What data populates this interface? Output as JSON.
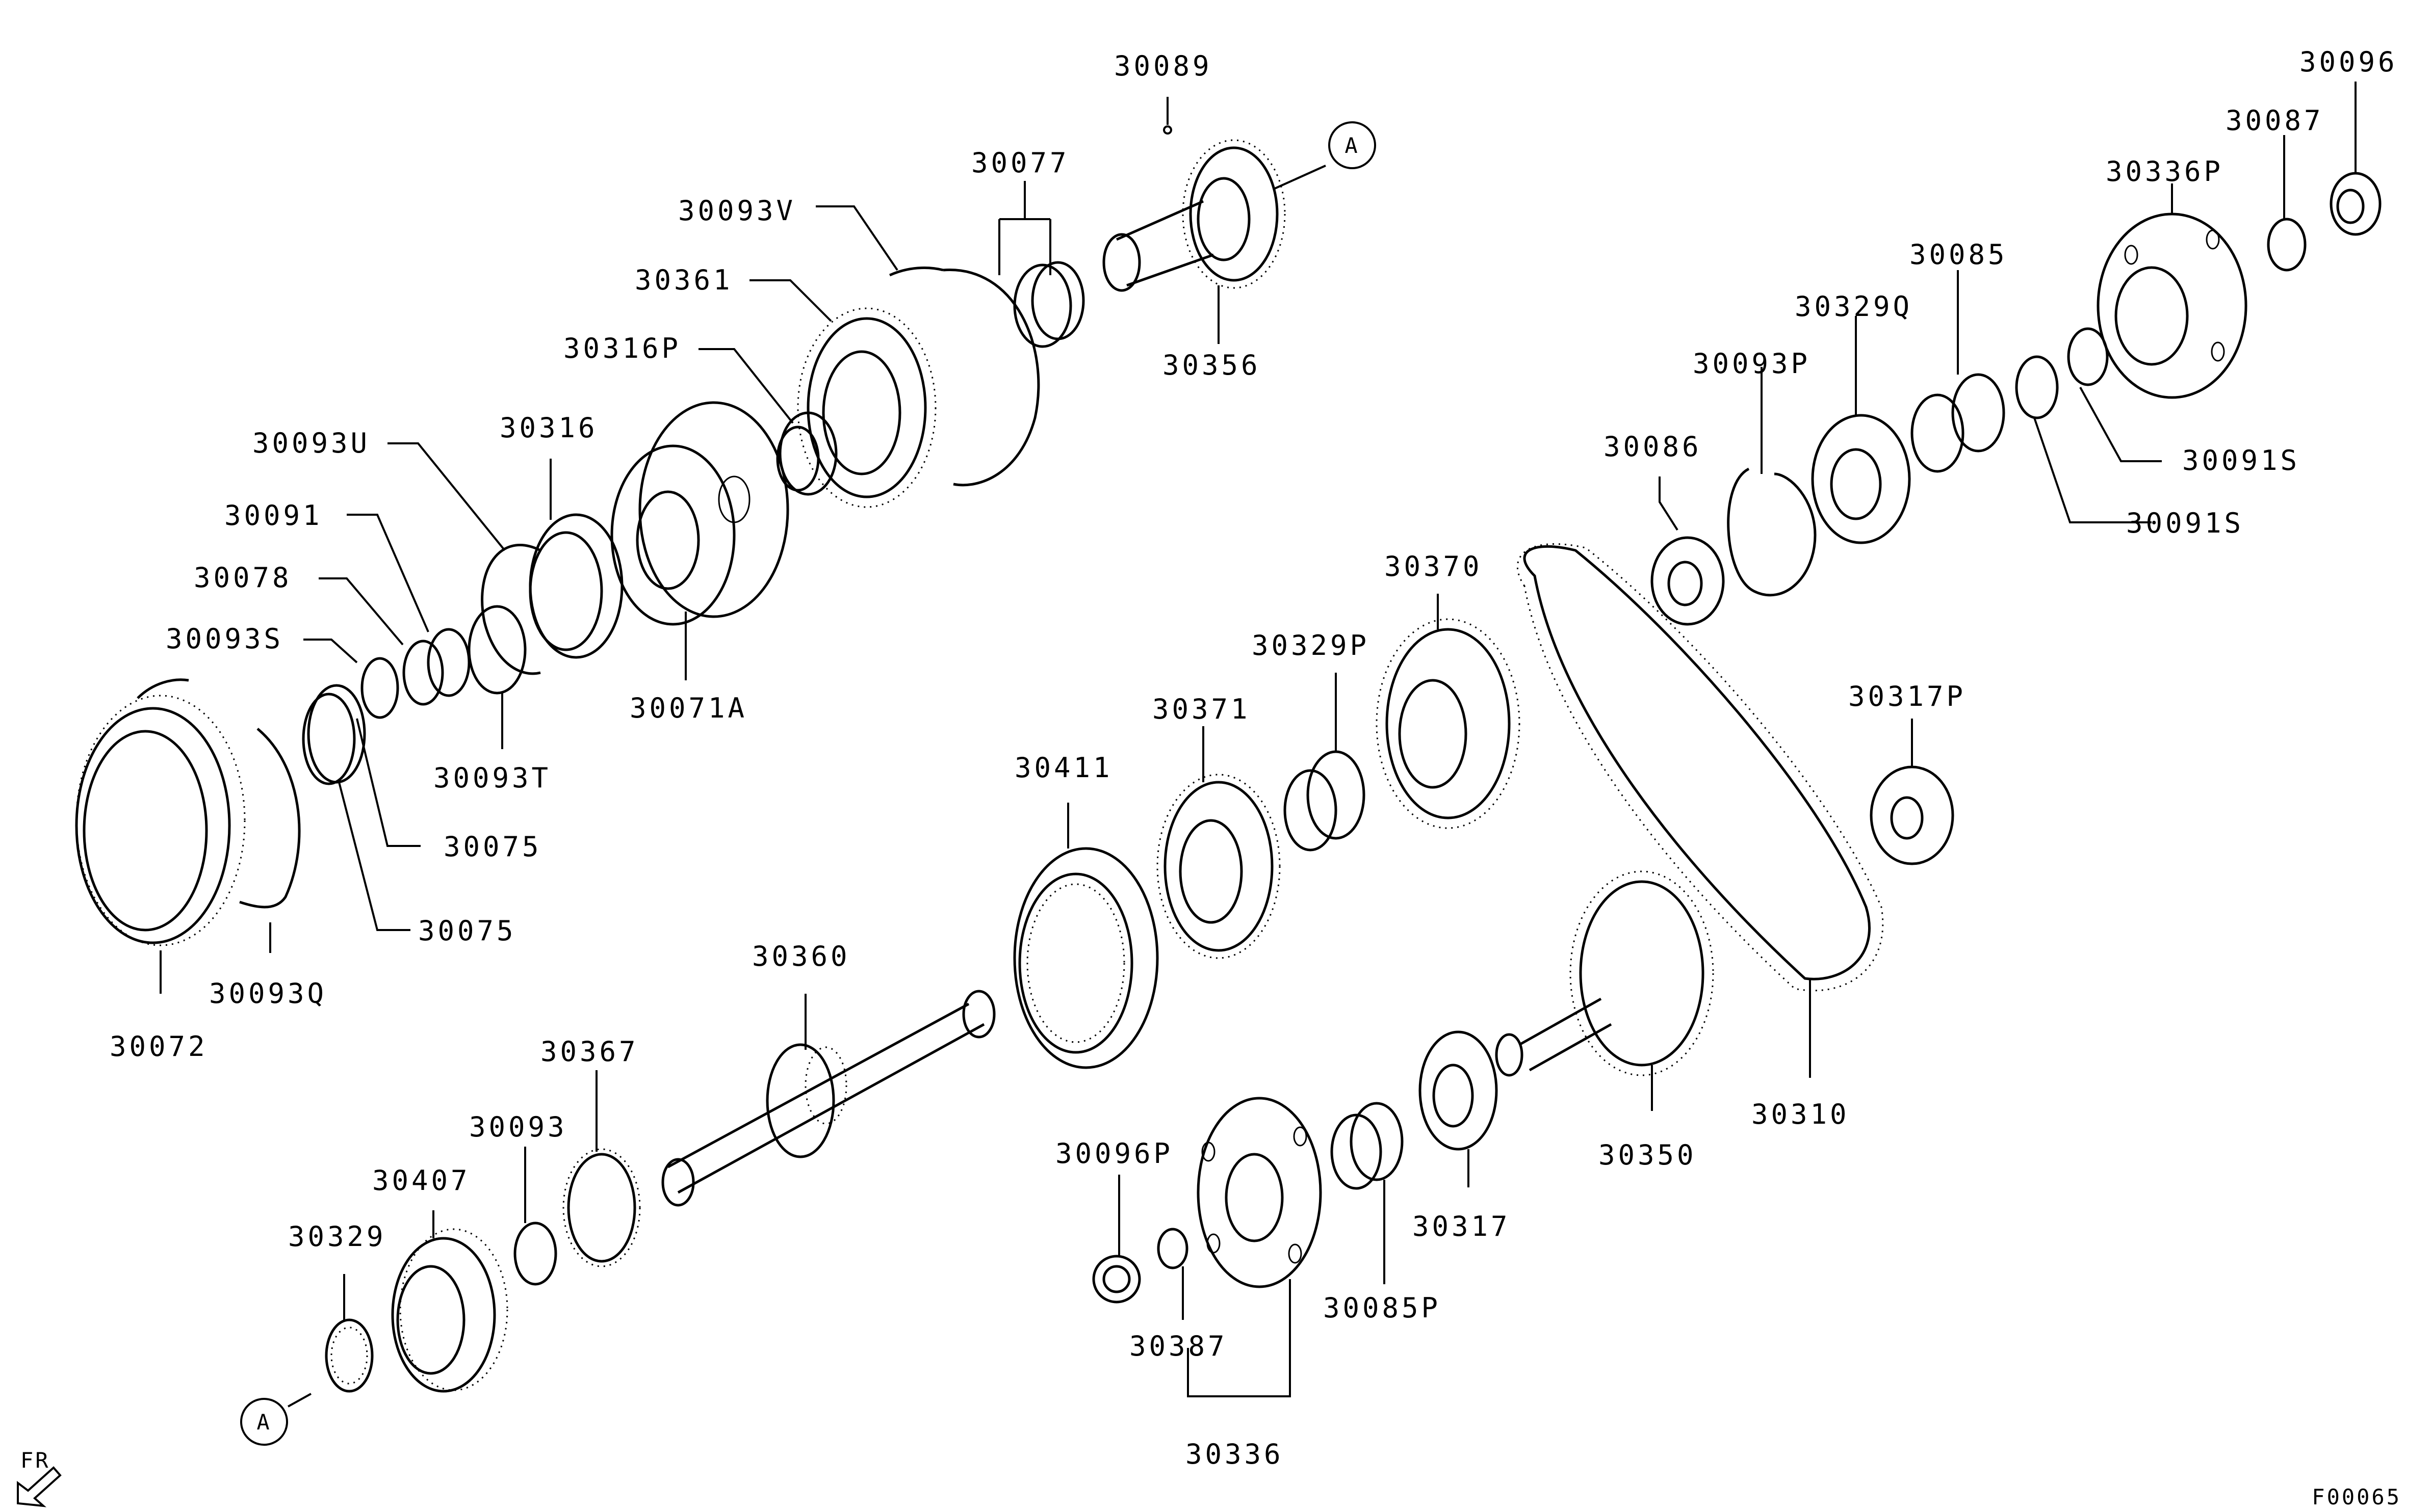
{
  "labels": {
    "p30089": "30089",
    "p30077": "30077",
    "p30093V": "30093V",
    "p30361": "30361",
    "p30356": "30356",
    "p30316P": "30316P",
    "p30093U": "30093U",
    "p30316": "30316",
    "p30091": "30091",
    "p30078": "30078",
    "p30093S": "30093S",
    "p30071A": "30071A",
    "p30093T": "30093T",
    "p30075a": "30075",
    "p30075b": "30075",
    "p30093Q": "30093Q",
    "p30072": "30072",
    "p30360": "30360",
    "p30367": "30367",
    "p30093": "30093",
    "p30407": "30407",
    "p30329": "30329",
    "p30411": "30411",
    "p30371": "30371",
    "p30329P": "30329P",
    "p30370": "30370",
    "p30096P": "30096P",
    "p30387": "30387",
    "p30336": "30336",
    "p30085P": "30085P",
    "p30317": "30317",
    "p30350": "30350",
    "p30310": "30310",
    "p30317P": "30317P",
    "p30086": "30086",
    "p30093P": "30093P",
    "p30329Q": "30329Q",
    "p30085": "30085",
    "p30091Sa": "30091S",
    "p30091Sb": "30091S",
    "p30336P": "30336P",
    "p30087": "30087",
    "p30096": "30096"
  },
  "refs": {
    "top": "A",
    "bottom": "A"
  },
  "front": "FR",
  "figure_code": "F00065"
}
